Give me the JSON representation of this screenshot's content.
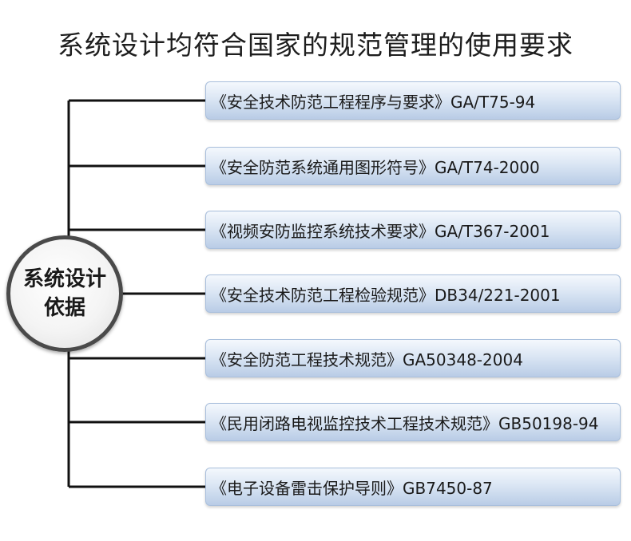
{
  "title": "系统设计均符合国家的规范管理的使用要求",
  "hub": {
    "line1": "系统设计",
    "line2": "依据"
  },
  "items": [
    "《安全技术防范工程程序与要求》GA/T75-94",
    "《安全防范系统通用图形符号》GA/T74-2000",
    "《视频安防监控系统技术要求》GA/T367-2001",
    "《安全技术防范工程检验规范》DB34/221-2001",
    "《安全防范工程技术规范》GA50348-2004",
    "《民用闭路电视监控技术工程技术规范》GB50198-94",
    "《电子设备雷击保护导则》GB7450-87"
  ],
  "colors": {
    "connector": "#111111",
    "hub_border": "#4a4a4a",
    "box_top": "#f4f8fd",
    "box_bottom": "#b9cce6"
  }
}
